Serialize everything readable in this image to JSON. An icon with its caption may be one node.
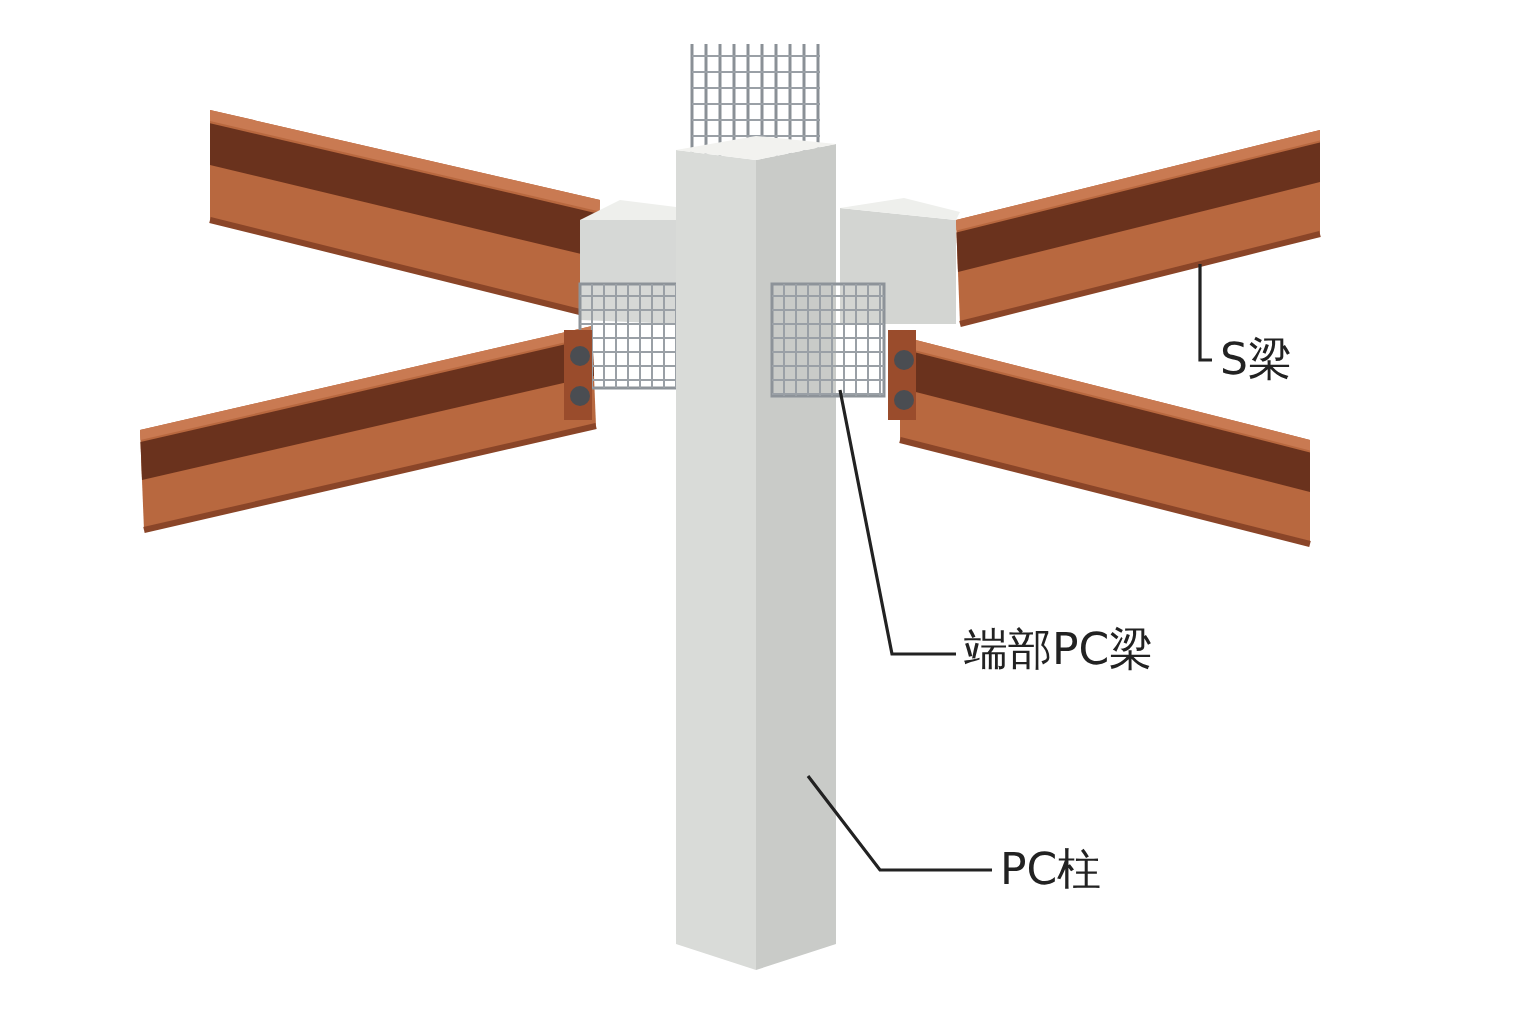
{
  "diagram": {
    "nodes": [
      {
        "text": [
          "S梁"
        ]
      },
      {
        "text": [
          "端部PC梁"
        ]
      },
      {
        "text": [
          "PC柱"
        ]
      },
      {
        "text": [],
        "shape": "picture"
      },
      {
        "text": [],
        "shape": "picture"
      },
      {
        "text": [],
        "shape": "picture"
      }
    ],
    "edges": [
      {
        "from": 0,
        "to": 3,
        "arrow": "none"
      },
      {
        "from": 1,
        "to": 4,
        "arrow": "none"
      },
      {
        "from": 2,
        "to": 5,
        "arrow": "none"
      }
    ]
  }
}
